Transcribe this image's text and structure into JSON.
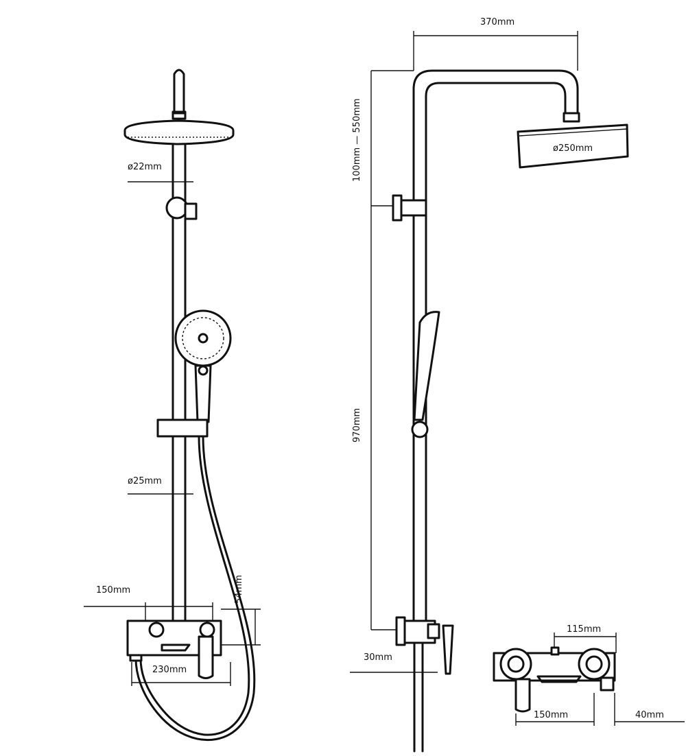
{
  "dimensions": {
    "arm_length": "370mm",
    "height_adjust": "100mm — 550mm",
    "head_diameter": "ø250mm",
    "pipe_top_diameter": "ø22mm",
    "pipe_bottom_diameter": "ø25mm",
    "mixer_offset": "150mm",
    "mixer_height": "54mm",
    "spout_length": "230mm",
    "bar_height": "970mm",
    "wall_gap": "30mm",
    "valve_width": "115mm",
    "valve_centers": "150mm",
    "valve_depth": "40mm"
  },
  "colors": {
    "line": "#111111",
    "background": "#ffffff"
  }
}
